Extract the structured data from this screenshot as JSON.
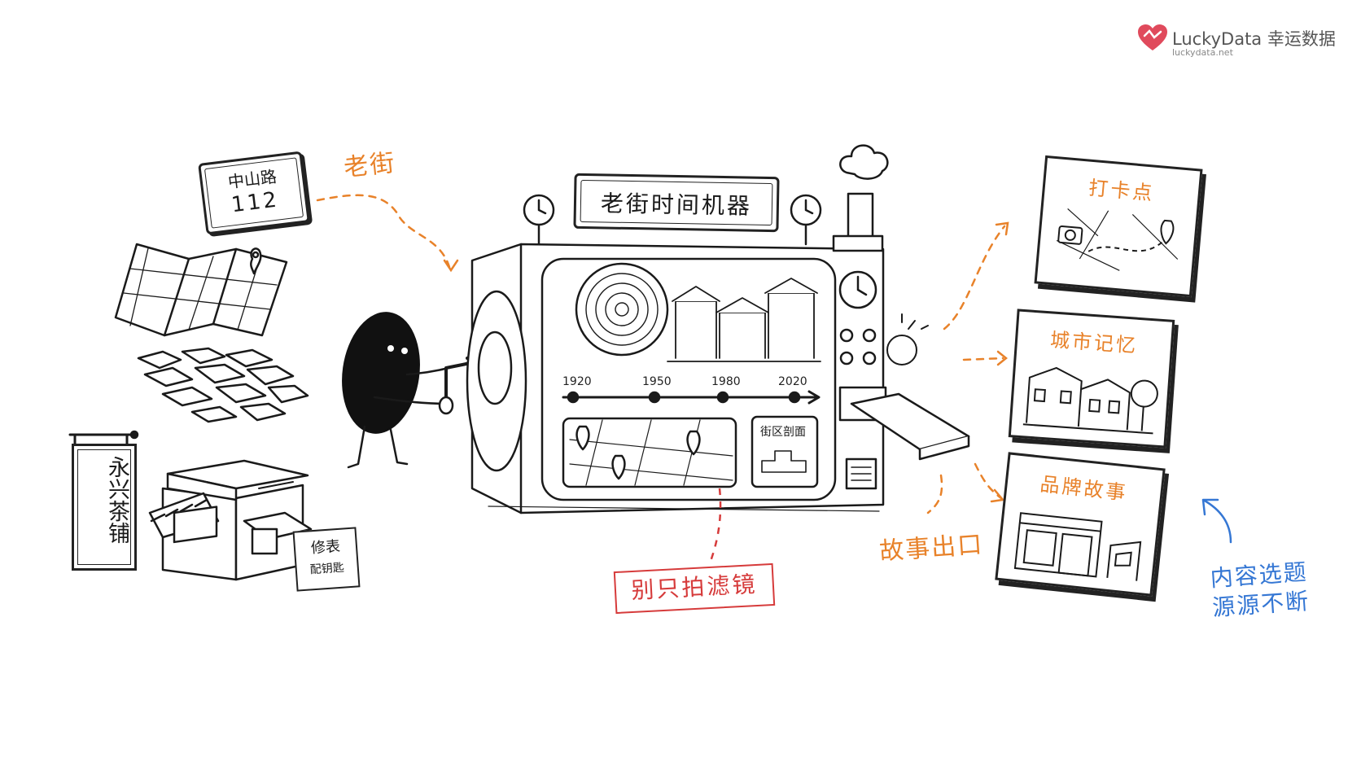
{
  "brand": {
    "name": "LuckyData 幸运数据",
    "url": "luckydata.net",
    "color": "#e04a5c"
  },
  "road_sign": {
    "name": "中山路",
    "number": "112"
  },
  "labels": {
    "old_street": "老街",
    "story_outlet": "故事出口",
    "not_just_filter": "别只拍滤镜",
    "content_source_line1": "内容选题",
    "content_source_line2": "源源不断"
  },
  "shop_sign": "永兴茶铺",
  "repair_sign": {
    "line1": "修表",
    "line2": "配钥匙"
  },
  "machine": {
    "title": "老街时间机器",
    "timeline_years": [
      "1920",
      "1950",
      "1980",
      "2020"
    ],
    "section_label": "街区剖面"
  },
  "cards": [
    {
      "title": "打卡点",
      "icon": "camera-map-icon"
    },
    {
      "title": "城市记忆",
      "icon": "old-buildings-icon"
    },
    {
      "title": "品牌故事",
      "icon": "shopfront-icon"
    }
  ],
  "colors": {
    "accent_orange": "#e8822a",
    "warning_red": "#d63b3b",
    "note_blue": "#3577d4",
    "ink": "#1a1a1a"
  }
}
